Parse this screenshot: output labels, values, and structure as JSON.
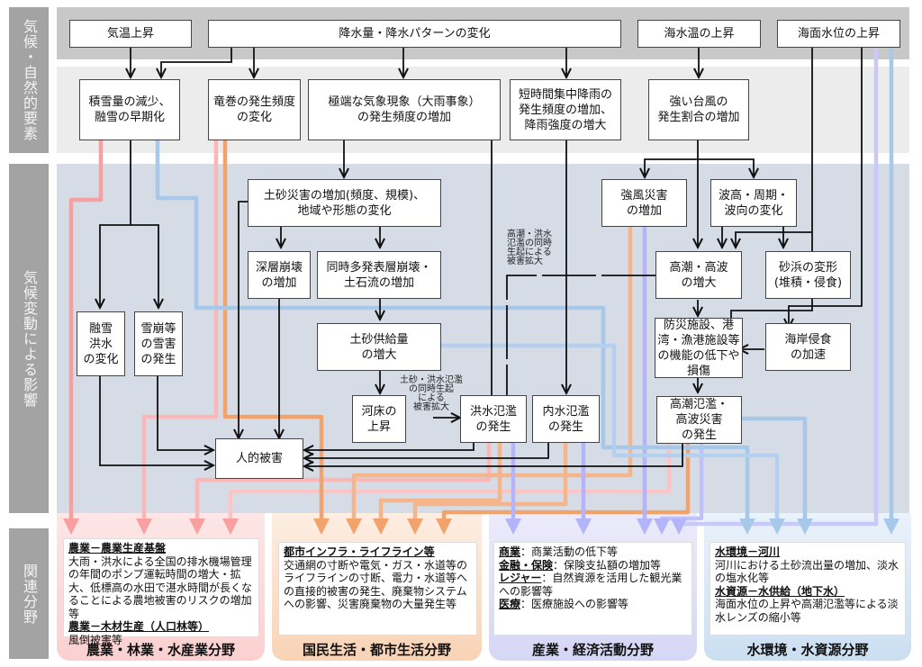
{
  "side_labels": {
    "natural": "気候・自然的要素",
    "impacts": "気候変動による影響",
    "sectors": "関連分野"
  },
  "drivers": {
    "temp_rise": "気温上昇",
    "precip_change": "降水量・降水パターンの変化",
    "sea_temp_rise": "海水温の上昇",
    "sea_level_rise": "海面水位の上昇"
  },
  "natural_effects": {
    "snow": "積雪量の減少、\n融雪の早期化",
    "tornado": "竜巻の発生頻度\nの変化",
    "extreme": "極端な気象現象（大雨事象）\nの発生頻度の増加",
    "short_rain": "短時間集中降雨の\n発生頻度の増加、\n降雨強度の増大",
    "typhoon": "強い台風の\n発生割合の増加"
  },
  "impacts": {
    "sediment_disaster": "土砂災害の増加(頻度、規模)、\n地域や形態の変化",
    "deep_collapse": "深層崩壊\nの増加",
    "surface_collapse": "同時多発表層崩壊・\n土石流の増加",
    "sediment_supply": "土砂供給量\nの増大",
    "riverbed": "河床の\n上昇",
    "flood": "洪水氾濫\nの発生",
    "inland_flood": "内水氾濫\nの発生",
    "snowmelt_flood": "融雪\n洪水\nの変化",
    "avalanche": "雪崩等\nの雪害\nの発生",
    "human_damage": "人的被害",
    "wind_damage": "強風災害\nの増加",
    "wave_change": "波高・周期・\n波向の変化",
    "storm_surge": "高潮・高波\nの増大",
    "beach_deform": "砂浜の変形\n(堆積・侵食)",
    "facility_decline": "防災施設、港\n湾・漁港施設等\nの機能の低下や\n損傷",
    "coastal_erosion": "海岸侵食\nの加速",
    "surge_flood": "高潮氾濫・\n高波災害\nの発生"
  },
  "notes": {
    "surge_flood_combo": "高潮・洪水\n氾濫の同時\n生起による\n被害拡大",
    "sediment_flood_combo": "土砂・洪水氾濫\nの同時生起\nによる\n被害拡大"
  },
  "sectors": [
    {
      "title": "農業・林業・水産業分野",
      "color": "#fbd3d3",
      "items": [
        {
          "heading": "農業－農業生産基盤",
          "text": "大雨・洪水による全国の排水機場管理の年間のポンプ運転時間の増大・拡大、低標高の水田で湛水時間が長くなることによる農地被害のリスクの増加等"
        },
        {
          "heading": "農業－木材生産（人口林等）",
          "text": "風倒被害等"
        }
      ]
    },
    {
      "title": "国民生活・都市生活分野",
      "color": "#fbdcc4",
      "items": [
        {
          "heading": "都市インフラ・ライフライン等",
          "text": "交通網の寸断や電気・ガス・水道等のライフラインの寸断、電力・水道等への直接的被害の発生、廃棄物システムへの影響、災害廃棄物の大量発生等"
        }
      ]
    },
    {
      "title": "産業・経済活動分野",
      "color": "#dcdcf8",
      "items": [
        {
          "heading": "商業",
          "text": "：商業活動の低下等"
        },
        {
          "heading": "金融・保険",
          "text": "：保険支払額の増加等"
        },
        {
          "heading": "レジャー",
          "text": "：自然資源を活用した観光業への影響等"
        },
        {
          "heading": "医療",
          "text": "：医療施設への影響等"
        }
      ]
    },
    {
      "title": "水環境・水資源分野",
      "color": "#d3e3f3",
      "items": [
        {
          "heading": "水環境－河川",
          "text": "河川における土砂流出量の増加、淡水の塩水化等"
        },
        {
          "heading": "水資源－水供給（地下水）",
          "text": "海面水位の上昇や高潮氾濫等による淡水レンズの縮小等"
        }
      ]
    }
  ],
  "colors": {
    "agri": "#f8a0a0",
    "urban": "#f2a36c",
    "industry": "#b4b4fa",
    "water": "#a8c8ea"
  }
}
